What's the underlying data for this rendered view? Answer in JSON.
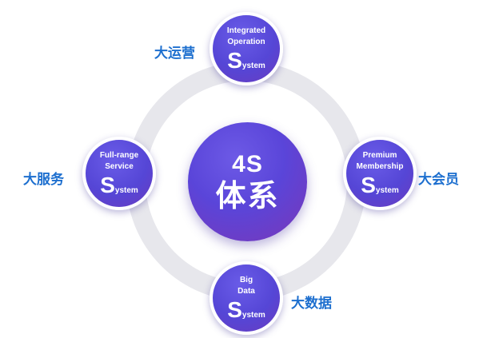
{
  "center": {
    "line1": "4S",
    "line2": "体系"
  },
  "nodes": {
    "top": {
      "line1": "Integrated",
      "line2": "Operation",
      "s_big": "S",
      "s_small": "ystem",
      "label": "大运营"
    },
    "left": {
      "line1": "Full-range",
      "line2": "Service",
      "s_big": "S",
      "s_small": "ystem",
      "label": "大服务"
    },
    "right": {
      "line1": "Premium",
      "line2": "Membership",
      "s_big": "S",
      "s_small": "ystem",
      "label": "大会员"
    },
    "bottom": {
      "line1": "Big",
      "line2": "Data",
      "s_big": "S",
      "s_small": "ystem",
      "label": "大数据"
    }
  },
  "colors": {
    "ring": "#e7e7ec",
    "circle": "#5a45d9",
    "label": "#1d6fcf"
  }
}
